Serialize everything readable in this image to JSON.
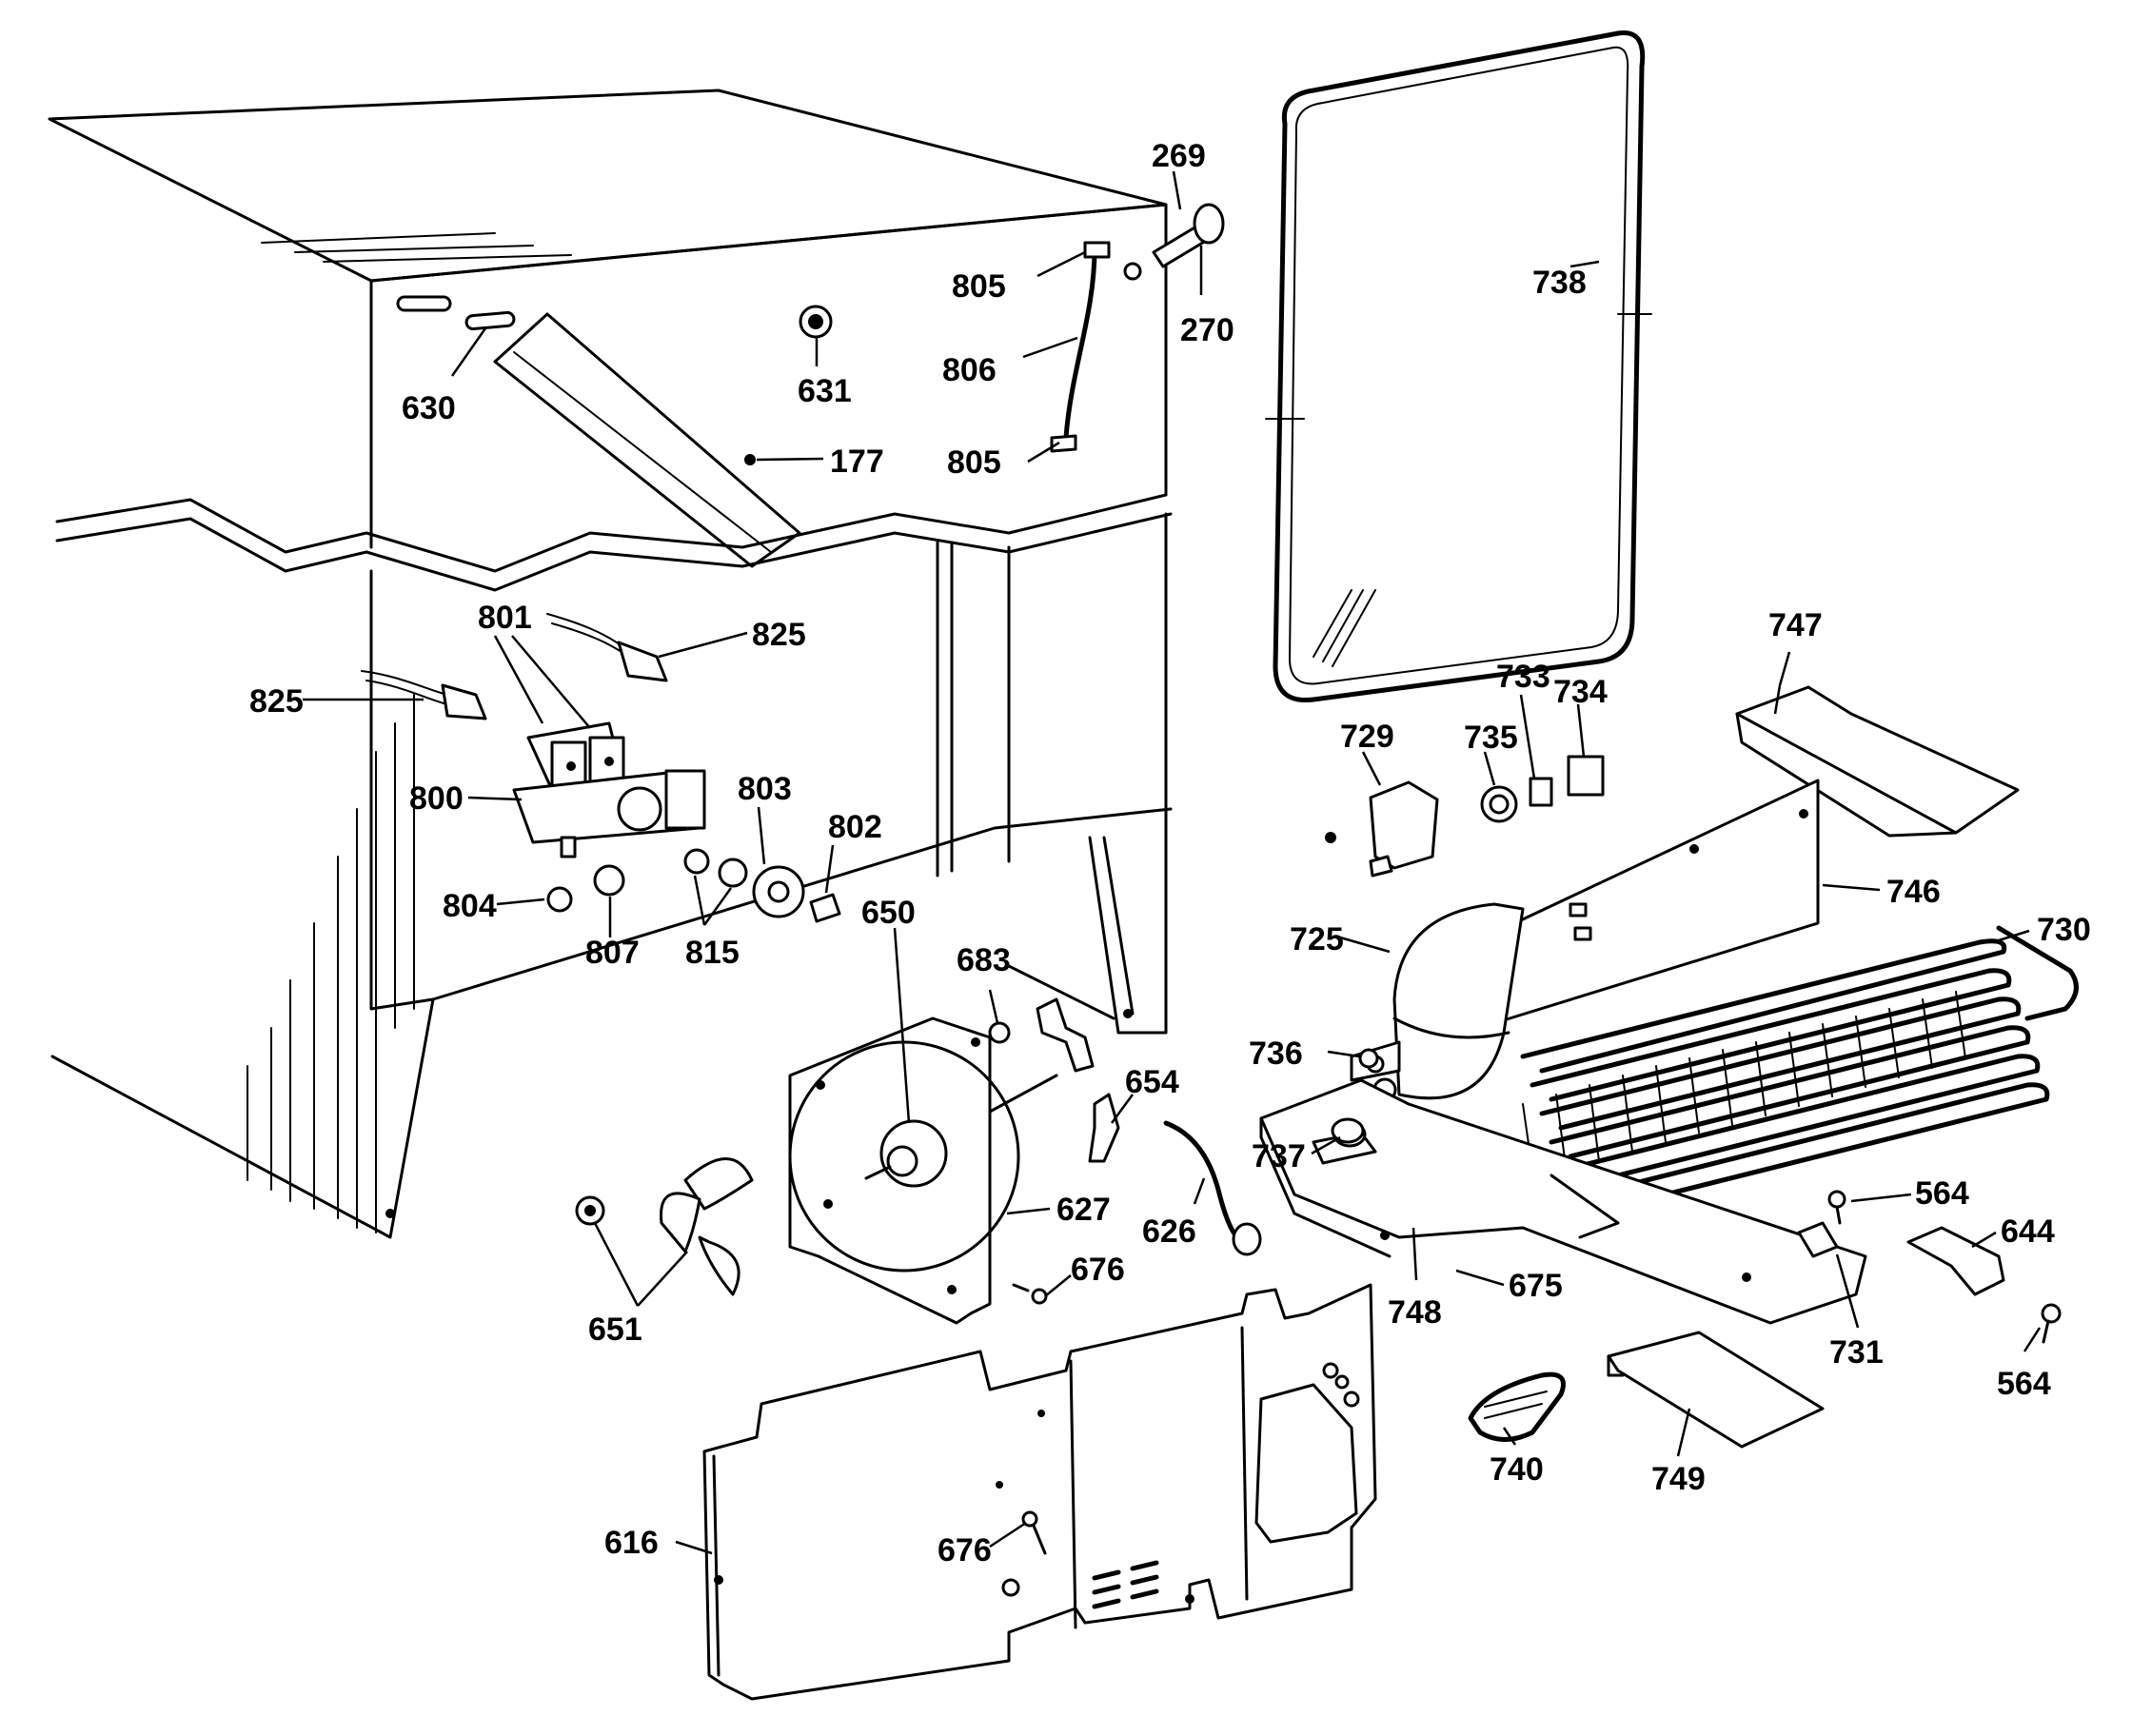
{
  "callouts": [
    {
      "id": "c-269",
      "label": "269"
    },
    {
      "id": "c-270",
      "label": "270"
    },
    {
      "id": "c-738",
      "label": "738"
    },
    {
      "id": "c-805a",
      "label": "805"
    },
    {
      "id": "c-806",
      "label": "806"
    },
    {
      "id": "c-805b",
      "label": "805"
    },
    {
      "id": "c-631",
      "label": "631"
    },
    {
      "id": "c-630",
      "label": "630"
    },
    {
      "id": "c-177",
      "label": "177"
    },
    {
      "id": "c-801",
      "label": "801"
    },
    {
      "id": "c-825a",
      "label": "825"
    },
    {
      "id": "c-825b",
      "label": "825"
    },
    {
      "id": "c-800",
      "label": "800"
    },
    {
      "id": "c-803",
      "label": "803"
    },
    {
      "id": "c-802",
      "label": "802"
    },
    {
      "id": "c-804",
      "label": "804"
    },
    {
      "id": "c-807",
      "label": "807"
    },
    {
      "id": "c-815",
      "label": "815"
    },
    {
      "id": "c-747",
      "label": "747"
    },
    {
      "id": "c-733",
      "label": "733"
    },
    {
      "id": "c-734",
      "label": "734"
    },
    {
      "id": "c-729",
      "label": "729"
    },
    {
      "id": "c-735",
      "label": "735"
    },
    {
      "id": "c-746",
      "label": "746"
    },
    {
      "id": "c-730",
      "label": "730"
    },
    {
      "id": "c-725",
      "label": "725"
    },
    {
      "id": "c-736",
      "label": "736"
    },
    {
      "id": "c-737",
      "label": "737"
    },
    {
      "id": "c-650",
      "label": "650"
    },
    {
      "id": "c-683",
      "label": "683"
    },
    {
      "id": "c-654",
      "label": "654"
    },
    {
      "id": "c-627",
      "label": "627"
    },
    {
      "id": "c-626",
      "label": "626"
    },
    {
      "id": "c-676a",
      "label": "676"
    },
    {
      "id": "c-651",
      "label": "651"
    },
    {
      "id": "c-564a",
      "label": "564"
    },
    {
      "id": "c-644",
      "label": "644"
    },
    {
      "id": "c-564b",
      "label": "564"
    },
    {
      "id": "c-731",
      "label": "731"
    },
    {
      "id": "c-748",
      "label": "748"
    },
    {
      "id": "c-675",
      "label": "675"
    },
    {
      "id": "c-740",
      "label": "740"
    },
    {
      "id": "c-749",
      "label": "749"
    },
    {
      "id": "c-616",
      "label": "616"
    },
    {
      "id": "c-676b",
      "label": "676"
    }
  ]
}
